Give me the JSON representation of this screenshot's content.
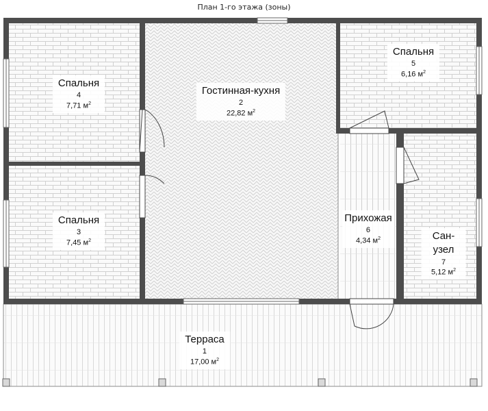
{
  "plan_title": "План 1-го этажа (зоны)",
  "area_unit": "м",
  "area_unit_power": "2",
  "colors": {
    "wall": "#4d4d4d",
    "room_fill": "#fafafa",
    "brick_line": "#d0d0d0",
    "parquet_line": "#c8c8c8",
    "terrace_line": "#d8d8d8",
    "door_line": "#444444"
  },
  "rooms": [
    {
      "id": "terrace",
      "name": "Терраса",
      "number": "1",
      "area": "17,00"
    },
    {
      "id": "living-kitchen",
      "name": "Гостинная-кухня",
      "number": "2",
      "area": "22,82"
    },
    {
      "id": "bedroom-3",
      "name": "Спальня",
      "number": "3",
      "area": "7,45"
    },
    {
      "id": "bedroom-4",
      "name": "Спальня",
      "number": "4",
      "area": "7,71"
    },
    {
      "id": "bedroom-5",
      "name": "Спальня",
      "number": "5",
      "area": "6,16"
    },
    {
      "id": "hallway",
      "name": "Прихожая",
      "number": "6",
      "area": "4,34"
    },
    {
      "id": "bathroom",
      "name": "Сан-узел",
      "number": "7",
      "area": "5,12"
    }
  ]
}
